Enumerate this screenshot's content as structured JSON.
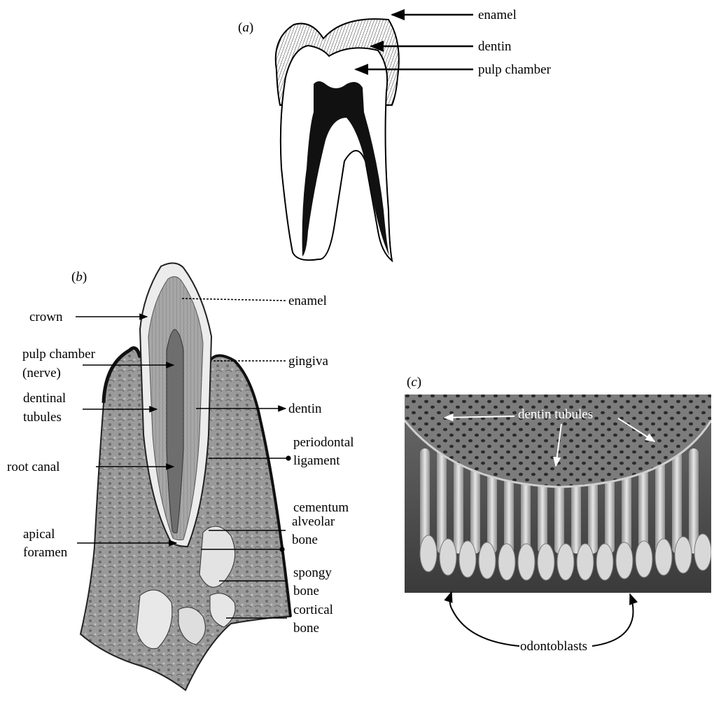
{
  "panels": {
    "a": {
      "open": "(",
      "letter": "a",
      "close": ")"
    },
    "b": {
      "open": "(",
      "letter": "b",
      "close": ")"
    },
    "c": {
      "open": "(",
      "letter": "c",
      "close": ")"
    }
  },
  "labels_a": {
    "enamel": "enamel",
    "dentin": "dentin",
    "pulp_chamber": "pulp chamber"
  },
  "labels_b": {
    "crown": "crown",
    "enamel": "enamel",
    "pulp_chamber_1": "pulp chamber",
    "pulp_chamber_2": "(nerve)",
    "gingiva": "gingiva",
    "dentinal_tubules_1": "dentinal",
    "dentinal_tubules_2": "tubules",
    "dentin": "dentin",
    "periodontal_1": "periodontal",
    "periodontal_2": "ligament",
    "root_canal": "root canal",
    "cementum": "cementum",
    "apical_foramen_1": "apical",
    "apical_foramen_2": "foramen",
    "alveolar_bone_1": "alveolar",
    "alveolar_bone_2": "bone",
    "spongy_bone_1": "spongy",
    "spongy_bone_2": "bone",
    "cortical_bone_1": "cortical",
    "cortical_bone_2": "bone"
  },
  "labels_c": {
    "dentin_tubules": "dentin tubules",
    "odontoblasts": "odontoblasts"
  }
}
